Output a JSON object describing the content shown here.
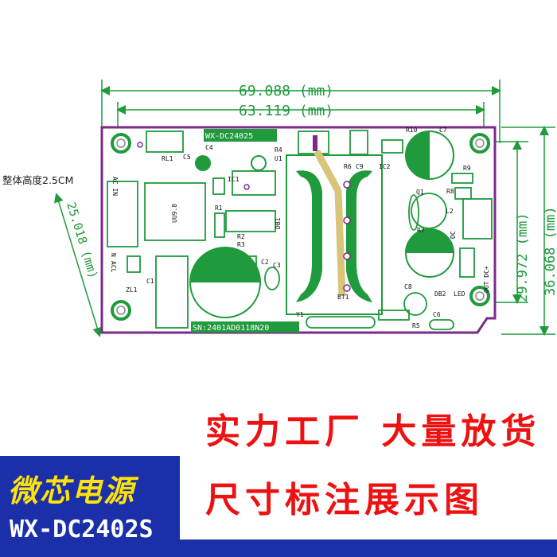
{
  "dimensions": {
    "total_width": "69.088 (mm)",
    "inner_width": "63.119 (mm)",
    "total_height": "36.068 (mm)",
    "inner_height": "29.972 (mm)",
    "left_offset": "25.018 (mm)",
    "height_note": "整体高度2.5CM"
  },
  "pcb": {
    "model_label": "WX-DC24025",
    "serial": "SN:2401AD0118N20",
    "components": {
      "rl1": "RL1",
      "c5": "C5",
      "c4": "C4",
      "r4": "R4",
      "u1": "U1",
      "r10": "R10",
      "c7": "C7",
      "r6": "R6",
      "c9": "C9",
      "ic2": "IC2",
      "ic1": "IC1",
      "r9": "R9",
      "q1": "Q1",
      "r8": "R8",
      "l2": "L2",
      "r7": "R7",
      "dc": "DC",
      "r1": "R1",
      "db1": "DB1",
      "r2": "R2",
      "r3": "R3",
      "c2": "C2",
      "c3": "C3",
      "c1": "C1",
      "zl1": "ZL1",
      "c8": "C8",
      "db2": "DB2",
      "led": "LED",
      "bt1": "BT1",
      "y1": "Y1",
      "r5": "R5",
      "c6": "C6",
      "acin": "AC IN",
      "acl": "ACL",
      "out_dc": "OUT DC+",
      "uu98": "UU9.8",
      "n": "N",
      "l": "L"
    }
  },
  "slogans": {
    "line1": "实力工厂  大量放货",
    "line2": "尺寸标注展示图"
  },
  "brand": {
    "name": "微芯电源",
    "model": "WX-DC2402S"
  },
  "colors": {
    "dimension": "#1f9a3c",
    "board_outline": "#7b2a8a",
    "trace": "#1f9a3c",
    "slogan": "#ee1111",
    "brand_bg": "#1a2fa8",
    "brand_name": "#ffe20a"
  }
}
